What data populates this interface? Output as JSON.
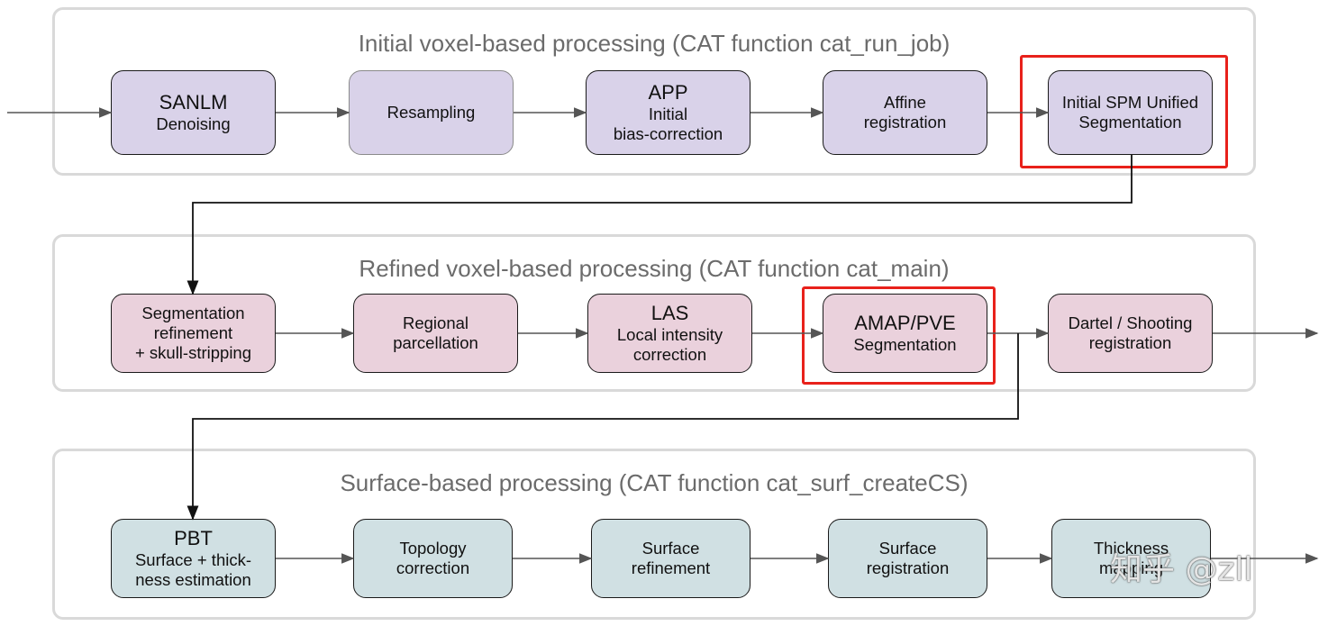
{
  "groups": [
    {
      "title": "Initial voxel-based processing (CAT function cat_run_job)",
      "nodes": [
        {
          "head": "SANLM",
          "body": "Denoising"
        },
        {
          "head": "",
          "body": "Resampling"
        },
        {
          "head": "APP",
          "body": "Initial\nbias-correction"
        },
        {
          "head": "",
          "body": "Affine\nregistration"
        },
        {
          "head": "",
          "body": "Initial SPM Unified\nSegmentation"
        }
      ]
    },
    {
      "title": "Refined voxel-based processing (CAT function cat_main)",
      "nodes": [
        {
          "head": "",
          "body": "Segmentation\nrefinement\n+ skull-stripping"
        },
        {
          "head": "",
          "body": "Regional\nparcellation"
        },
        {
          "head": "LAS",
          "body": "Local intensity\ncorrection"
        },
        {
          "head": "AMAP/PVE",
          "body": "Segmentation"
        },
        {
          "head": "",
          "body": "Dartel / Shooting\nregistration"
        }
      ]
    },
    {
      "title": "Surface-based processing (CAT function cat_surf_createCS)",
      "nodes": [
        {
          "head": "PBT",
          "body": "Surface + thick-\nness estimation"
        },
        {
          "head": "",
          "body": "Topology\ncorrection"
        },
        {
          "head": "",
          "body": "Surface\nrefinement"
        },
        {
          "head": "",
          "body": "Surface\nregistration"
        },
        {
          "head": "",
          "body": "Thickness\nmapping"
        }
      ]
    }
  ],
  "watermark": "知乎 @zll",
  "colors": {
    "group1_fill": "#d9d2e9",
    "group2_fill": "#ead1dc",
    "group3_fill": "#d0e0e3",
    "highlight": "#e8211b",
    "group_border": "#d9d9d9",
    "arrow": "#555555"
  }
}
